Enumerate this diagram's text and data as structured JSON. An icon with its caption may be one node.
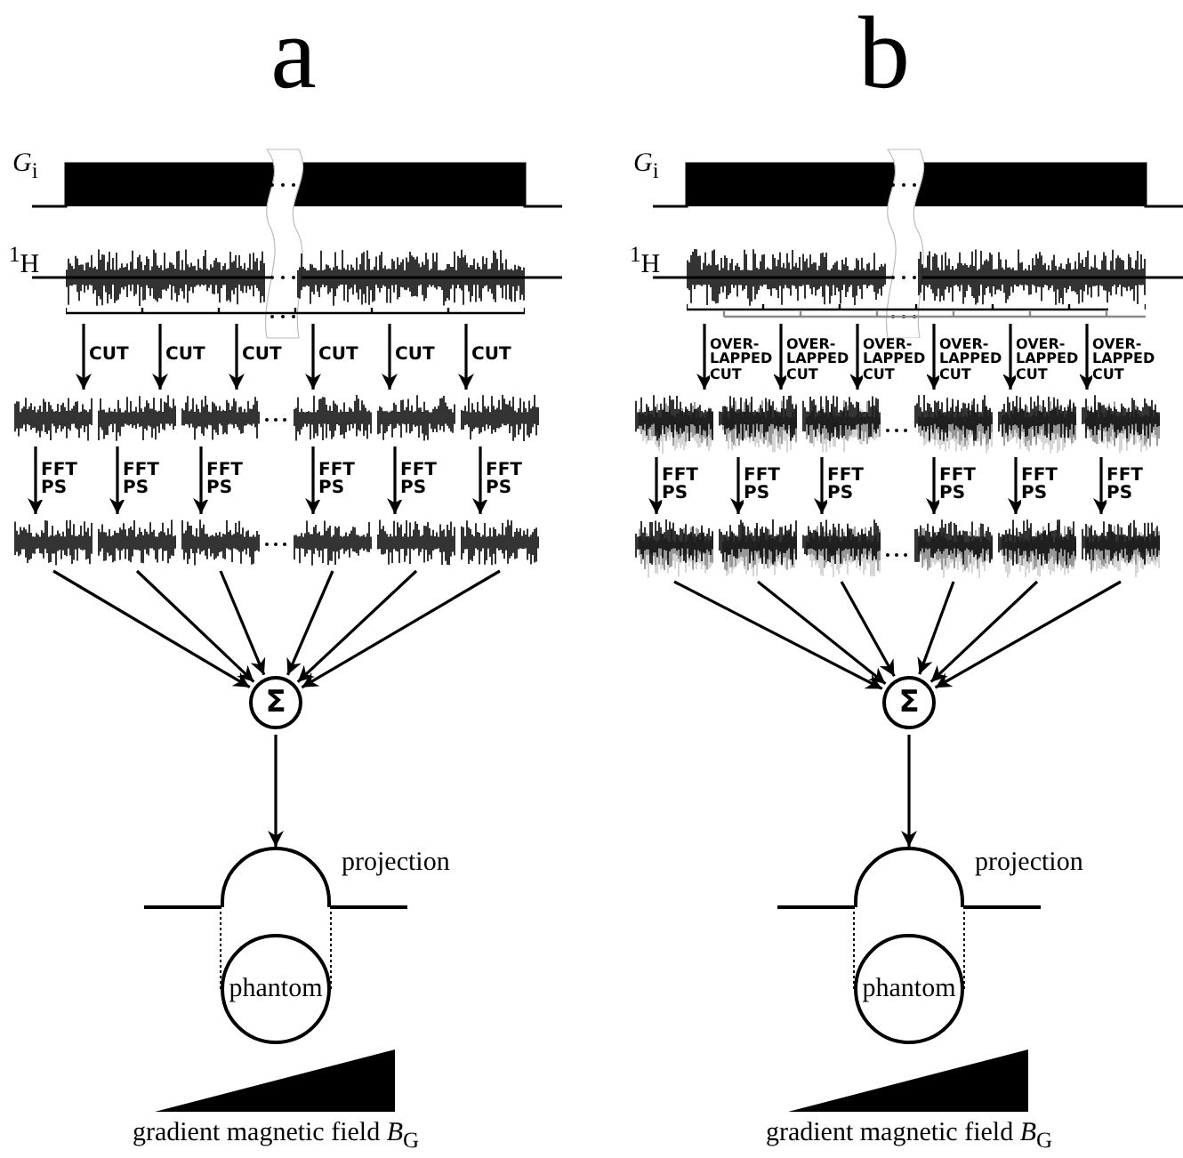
{
  "diagram": {
    "nodes": [
      {
        "text": [],
        "shape": "picture"
      },
      {
        "text": [],
        "shape": "picture"
      },
      {
        "text": [],
        "shape": "picture"
      },
      {
        "text": [],
        "shape": "picture"
      },
      {
        "text": [],
        "shape": "picture"
      },
      {
        "text": [],
        "shape": "picture"
      },
      {
        "text": [],
        "shape": "picture"
      },
      {
        "text": [],
        "shape": "picture"
      },
      {
        "text": [],
        "shape": "picture"
      },
      {
        "text": [],
        "shape": "picture"
      },
      {
        "text": [],
        "shape": "picture"
      },
      {
        "text": [],
        "shape": "picture"
      },
      {
        "text": [],
        "shape": "picture"
      },
      {
        "text": [
          "Σ"
        ]
      },
      {
        "text": [],
        "shape": "picture",
        "beside": [
          "projection"
        ]
      },
      {
        "text": [
          "phantom"
        ]
      },
      {
        "text": [],
        "shape": "picture"
      },
      {
        "text": [],
        "shape": "picture"
      },
      {
        "text": [],
        "shape": "picture"
      },
      {
        "text": [],
        "shape": "picture"
      },
      {
        "text": [],
        "shape": "picture"
      },
      {
        "text": [],
        "shape": "picture"
      },
      {
        "text": [],
        "shape": "picture"
      },
      {
        "text": [],
        "shape": "picture"
      },
      {
        "text": [],
        "shape": "picture"
      },
      {
        "text": [],
        "shape": "picture"
      },
      {
        "text": [],
        "shape": "picture"
      },
      {
        "text": [],
        "shape": "picture"
      },
      {
        "text": [],
        "shape": "picture"
      },
      {
        "text": [
          "Σ"
        ]
      },
      {
        "text": [],
        "shape": "picture",
        "beside": [
          "projection"
        ]
      },
      {
        "text": [
          "phantom"
        ]
      }
    ],
    "edges": [
      {
        "from": 0,
        "to": 1,
        "arrow": "to",
        "label": "CUT"
      },
      {
        "from": 0,
        "to": 2,
        "arrow": "to",
        "label": "CUT"
      },
      {
        "from": 0,
        "to": 3,
        "arrow": "to",
        "label": "CUT"
      },
      {
        "from": 0,
        "to": 4,
        "arrow": "to",
        "label": "CUT"
      },
      {
        "from": 0,
        "to": 5,
        "arrow": "to",
        "label": "CUT"
      },
      {
        "from": 0,
        "to": 6,
        "arrow": "to",
        "label": "CUT"
      },
      {
        "from": 1,
        "to": 7,
        "arrow": "to",
        "label": "FFT PS"
      },
      {
        "from": 2,
        "to": 8,
        "arrow": "to",
        "label": "FFT PS"
      },
      {
        "from": 3,
        "to": 9,
        "arrow": "to",
        "label": "FFT PS"
      },
      {
        "from": 4,
        "to": 10,
        "arrow": "to",
        "label": "FFT PS"
      },
      {
        "from": 5,
        "to": 11,
        "arrow": "to",
        "label": "FFT PS"
      },
      {
        "from": 6,
        "to": 12,
        "arrow": "to",
        "label": "FFT PS"
      },
      {
        "from": 7,
        "to": 13,
        "arrow": "to"
      },
      {
        "from": 8,
        "to": 13,
        "arrow": "to"
      },
      {
        "from": 9,
        "to": 13,
        "arrow": "to"
      },
      {
        "from": 10,
        "to": 13,
        "arrow": "to"
      },
      {
        "from": 11,
        "to": 13,
        "arrow": "to"
      },
      {
        "from": 12,
        "to": 13,
        "arrow": "to"
      },
      {
        "from": 13,
        "to": 14,
        "arrow": "to"
      },
      {
        "from": 15,
        "to": 14,
        "arrow": "none",
        "style": "dashed"
      },
      {
        "from": 15,
        "to": 14,
        "arrow": "none",
        "style": "dashed"
      },
      {
        "from": 16,
        "to": 17,
        "arrow": "to",
        "label": "OVER- LAPPED CUT"
      },
      {
        "from": 16,
        "to": 18,
        "arrow": "to",
        "label": "OVER- LAPPED CUT"
      },
      {
        "from": 16,
        "to": 19,
        "arrow": "to",
        "label": "OVER- LAPPED CUT"
      },
      {
        "from": 16,
        "to": 20,
        "arrow": "to",
        "label": "OVER- LAPPED CUT"
      },
      {
        "from": 16,
        "to": 21,
        "arrow": "to",
        "label": "OVER- LAPPED CUT"
      },
      {
        "from": 16,
        "to": 22,
        "arrow": "to",
        "label": "OVER- LAPPED CUT"
      },
      {
        "from": 17,
        "to": 23,
        "arrow": "to",
        "label": "FFT PS"
      },
      {
        "from": 18,
        "to": 24,
        "arrow": "to",
        "label": "FFT PS"
      },
      {
        "from": 19,
        "to": 25,
        "arrow": "to",
        "label": "FFT PS"
      },
      {
        "from": 20,
        "to": 26,
        "arrow": "to",
        "label": "FFT PS"
      },
      {
        "from": 21,
        "to": 27,
        "arrow": "to",
        "label": "FFT PS"
      },
      {
        "from": 22,
        "to": 28,
        "arrow": "to",
        "label": "FFT PS"
      },
      {
        "from": 23,
        "to": 29,
        "arrow": "to"
      },
      {
        "from": 24,
        "to": 29,
        "arrow": "to"
      },
      {
        "from": 25,
        "to": 29,
        "arrow": "to"
      },
      {
        "from": 26,
        "to": 29,
        "arrow": "to"
      },
      {
        "from": 27,
        "to": 29,
        "arrow": "to"
      },
      {
        "from": 28,
        "to": 29,
        "arrow": "to"
      },
      {
        "from": 29,
        "to": 30,
        "arrow": "to"
      },
      {
        "from": 31,
        "to": 30,
        "arrow": "none",
        "style": "dashed"
      },
      {
        "from": 31,
        "to": 30,
        "arrow": "none",
        "style": "dashed"
      }
    ],
    "labels": [
      "a",
      "b",
      "*G*$_{i}$",
      "$^{1}$H",
      "*G*$_{i}$",
      "$^{1}$H",
      "gradient magnetic field *B*$_{G}$",
      "gradient magnetic field *B*$_{G}$"
    ]
  }
}
